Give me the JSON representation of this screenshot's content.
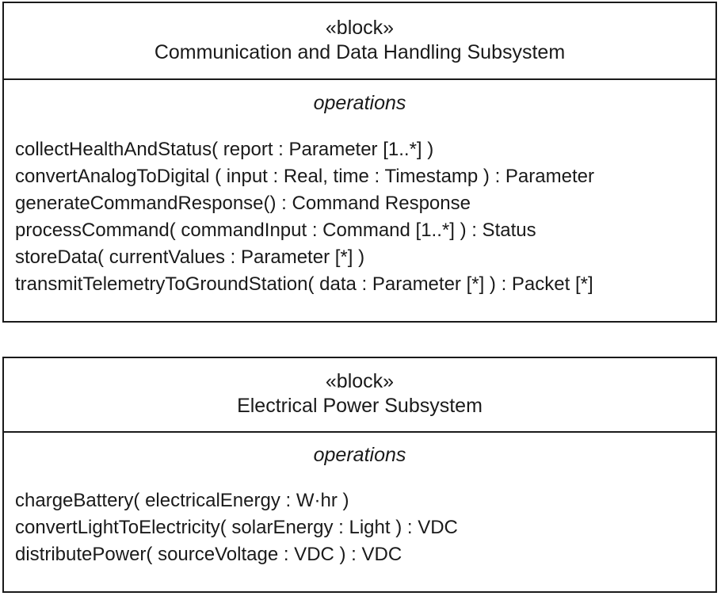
{
  "blocks": [
    {
      "stereotype": "«block»",
      "name": "Communication and Data Handling Subsystem",
      "compartment_title": "operations",
      "operations": [
        "collectHealthAndStatus( report : Parameter [1..*] )",
        "convertAnalogToDigital ( input : Real, time : Timestamp ) : Parameter",
        "generateCommandResponse() : Command Response",
        "processCommand( commandInput : Command [1..*] ) : Status",
        "storeData( currentValues : Parameter [*] )",
        "transmitTelemetryToGroundStation( data : Parameter [*] ) : Packet [*]"
      ]
    },
    {
      "stereotype": "«block»",
      "name": "Electrical Power Subsystem",
      "compartment_title": "operations",
      "operations": [
        "chargeBattery( electricalEnergy : W·hr )",
        "convertLightToElectricity( solarEnergy : Light ) : VDC",
        "distributePower( sourceVoltage : VDC ) : VDC"
      ]
    }
  ]
}
